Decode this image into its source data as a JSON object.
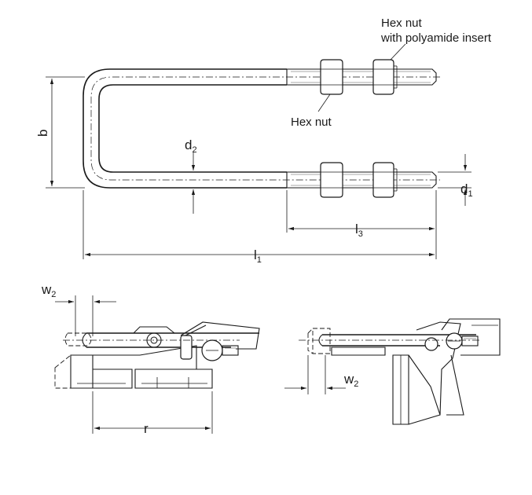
{
  "labels": {
    "hex_nut_poly_line1": "Hex nut",
    "hex_nut_poly_line2": "with polyamide insert",
    "hex_nut": "Hex nut"
  },
  "dimensions": {
    "b": {
      "main": "b",
      "sub": ""
    },
    "d2": {
      "main": "d",
      "sub": "2"
    },
    "d1": {
      "main": "d",
      "sub": "1"
    },
    "l3": {
      "main": "l",
      "sub": "3"
    },
    "l1": {
      "main": "l",
      "sub": "1"
    },
    "w2_left": {
      "main": "w",
      "sub": "2"
    },
    "w2_right": {
      "main": "w",
      "sub": "2"
    },
    "r": {
      "main": "r",
      "sub": ""
    }
  }
}
